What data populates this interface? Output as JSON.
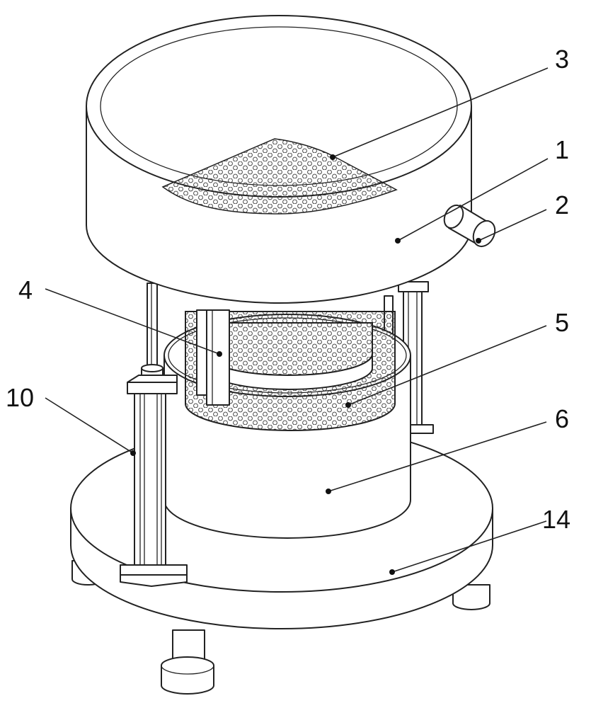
{
  "labels": {
    "l1": "1",
    "l2": "2",
    "l3": "3",
    "l4": "4",
    "l5": "5",
    "l6": "6",
    "l10": "10",
    "l14": "14"
  }
}
